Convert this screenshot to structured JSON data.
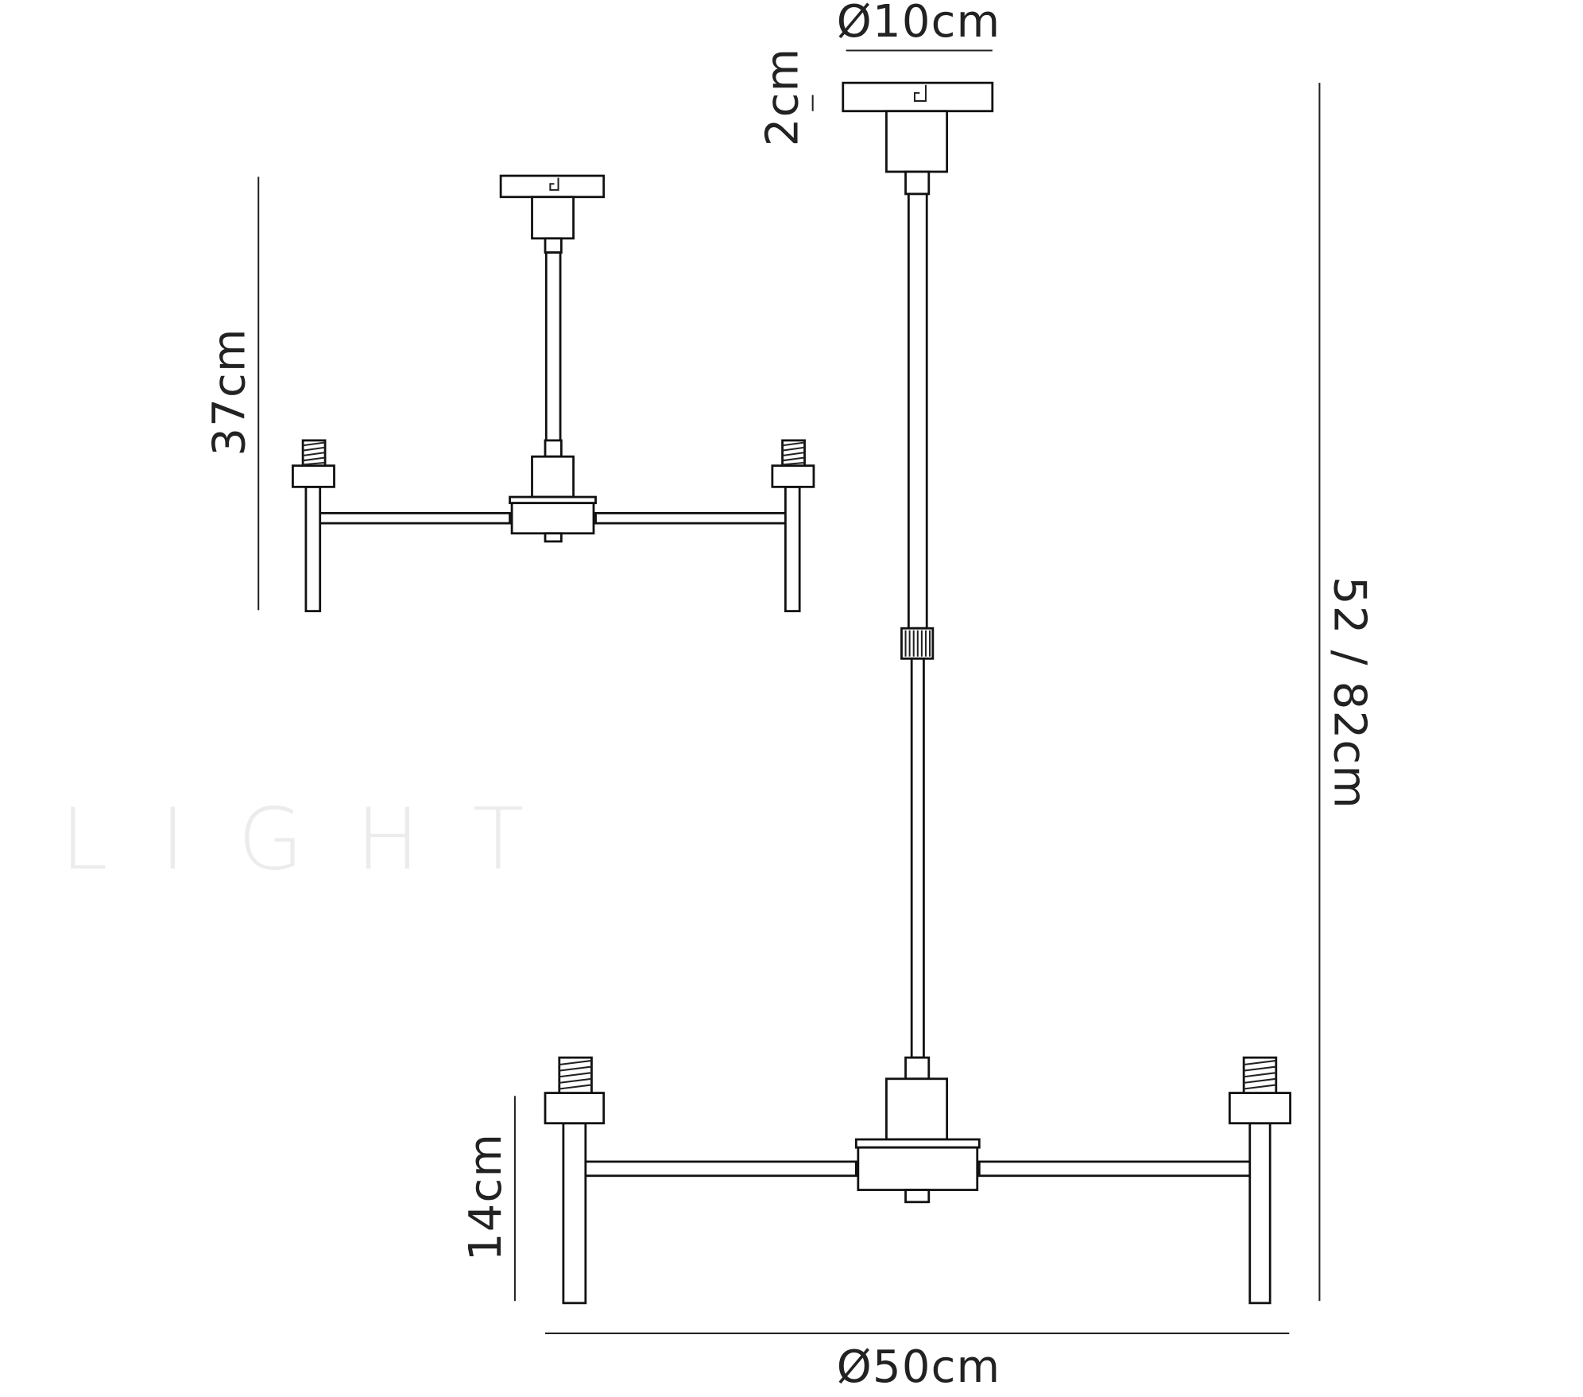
{
  "watermark": "LIGHT",
  "dimensions": {
    "canopy_diameter": "Ø10cm",
    "canopy_height": "2cm",
    "min_height": "37cm",
    "drop_height": "52 / 82cm",
    "arm_height": "14cm",
    "overall_diameter": "Ø50cm"
  },
  "colors": {
    "line": "#111111",
    "watermark": "#ececec",
    "background": "#ffffff"
  }
}
